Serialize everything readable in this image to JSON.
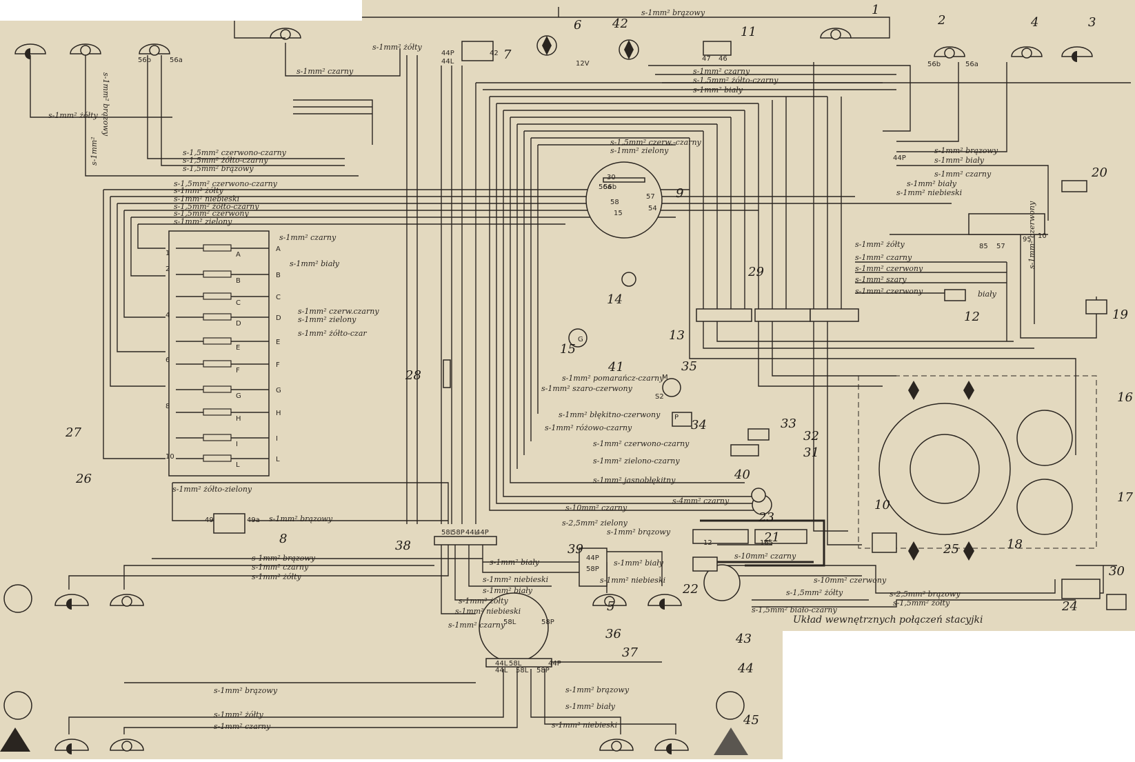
{
  "component_numbers": [
    "1",
    "2",
    "3",
    "4",
    "5",
    "6",
    "7",
    "8",
    "9",
    "10",
    "11",
    "12",
    "13",
    "14",
    "15",
    "16",
    "17",
    "18",
    "19",
    "20",
    "21",
    "22",
    "23",
    "24",
    "25",
    "26",
    "27",
    "28",
    "29",
    "30",
    "31",
    "32",
    "33",
    "34",
    "35",
    "36",
    "37",
    "38",
    "39",
    "40",
    "41",
    "42",
    "43",
    "44",
    "45"
  ],
  "wire_labels_top": [
    "s-1mm² brązowy",
    "s-1mm² czarny",
    "s-1mm² czarny",
    "s-1,5mm² żółto-czarny",
    "s-1mm² biały",
    "s-1mm² żółty",
    "s-1mm² żółty"
  ],
  "wire_labels_left": [
    "s-1,5mm² czerwono-czarny",
    "s-1,5mm² żółto-czarny",
    "s-1,5mm² brązowy",
    "s-1,5mm² czerwono-czarny",
    "s-1mm² żółty",
    "s-1mm² niebieski",
    "s-1,5mm² żółto-czarny",
    "s-1,5mm² czerwony",
    "s-1mm² zielony",
    "s-1mm² brązowy"
  ],
  "fuse_box_labels": [
    "s-1mm² czarny",
    "s-1mm² biały",
    "s-1mm² czerw.czarny",
    "s-1mm² zielony",
    "s-1mm² żółto-czar"
  ],
  "fuse_letters": [
    "A",
    "B",
    "C",
    "D",
    "E",
    "F",
    "G",
    "H",
    "I",
    "L"
  ],
  "fuse_numbers": [
    "1",
    "2",
    "4",
    "6",
    "8",
    "10"
  ],
  "wire_labels_center": [
    "s-1,5mm² czerw.-czarny",
    "s-1mm² zielony",
    "s-1mm² pomarańcz-czarny",
    "s-1mm² szaro-czerwony",
    "s-1mm² błękitno-czerwony",
    "s-1mm² różowo-czarny",
    "s-1mm² czerwono-czarny",
    "s-1mm² zielono-czarny",
    "s-1mm² jasnobłękitny",
    "s-4mm² czarny",
    "s-10mm² czarny",
    "s-2,5mm² zielony",
    "s-1mm² żółto-zielony",
    "s-1mm² brązowy"
  ],
  "wire_labels_right": [
    "s-1mm² brązowy",
    "s-1mm² biały",
    "s-1mm² czarny",
    "s-1mm² biały",
    "s-1mm² niebieski",
    "s-1mm² żółty",
    "s-1mm² czarny",
    "s-1mm² czerwony",
    "s-1mm² szary",
    "s-1mm² czerwony",
    "biały",
    "s-1mm² czerwony",
    "s-10mm² czerwony",
    "s-2,5mm² brązowy",
    "s-1,5mm² żółty",
    "s-1,5mm² żółty",
    "s-1,5mm² biało-czarny",
    "s-10mm² czarny"
  ],
  "wire_labels_bottom": [
    "s-1mm² brązowy",
    "s-1mm² czarny",
    "s-1mm² żółty",
    "s-1mm² biały",
    "s-1mm² niebieski",
    "s-1mm² biały",
    "s-1mm² żółty",
    "s-1mm² niebieski",
    "s-1mm² czarny",
    "s-1mm² brązowy",
    "s-1mm² biały",
    "s-1mm² niebieski",
    "s-1mm² brązowy",
    "s-1mm² żółty",
    "s-1mm² czarny",
    "s-1mm² brązowy",
    "s-1mm² biały",
    "s-1mm² niebieski"
  ],
  "terminal_labels": [
    "44P",
    "44L",
    "42",
    "12V",
    "47",
    "46",
    "56b",
    "56a",
    "56b",
    "56a",
    "44P",
    "30",
    "56b",
    "56a",
    "58",
    "15",
    "57",
    "54",
    "49",
    "49a",
    "58L",
    "58P",
    "44L",
    "44P",
    "58L",
    "58P",
    "44P",
    "58P",
    "44L",
    "58L",
    "44L",
    "58L",
    "58P",
    "44P",
    "85",
    "57",
    "95",
    "10",
    "M",
    "S2",
    "P",
    "G",
    "12",
    "165"
  ],
  "ignition_caption": "Układ wewnętrznych połączeń stacyjki"
}
